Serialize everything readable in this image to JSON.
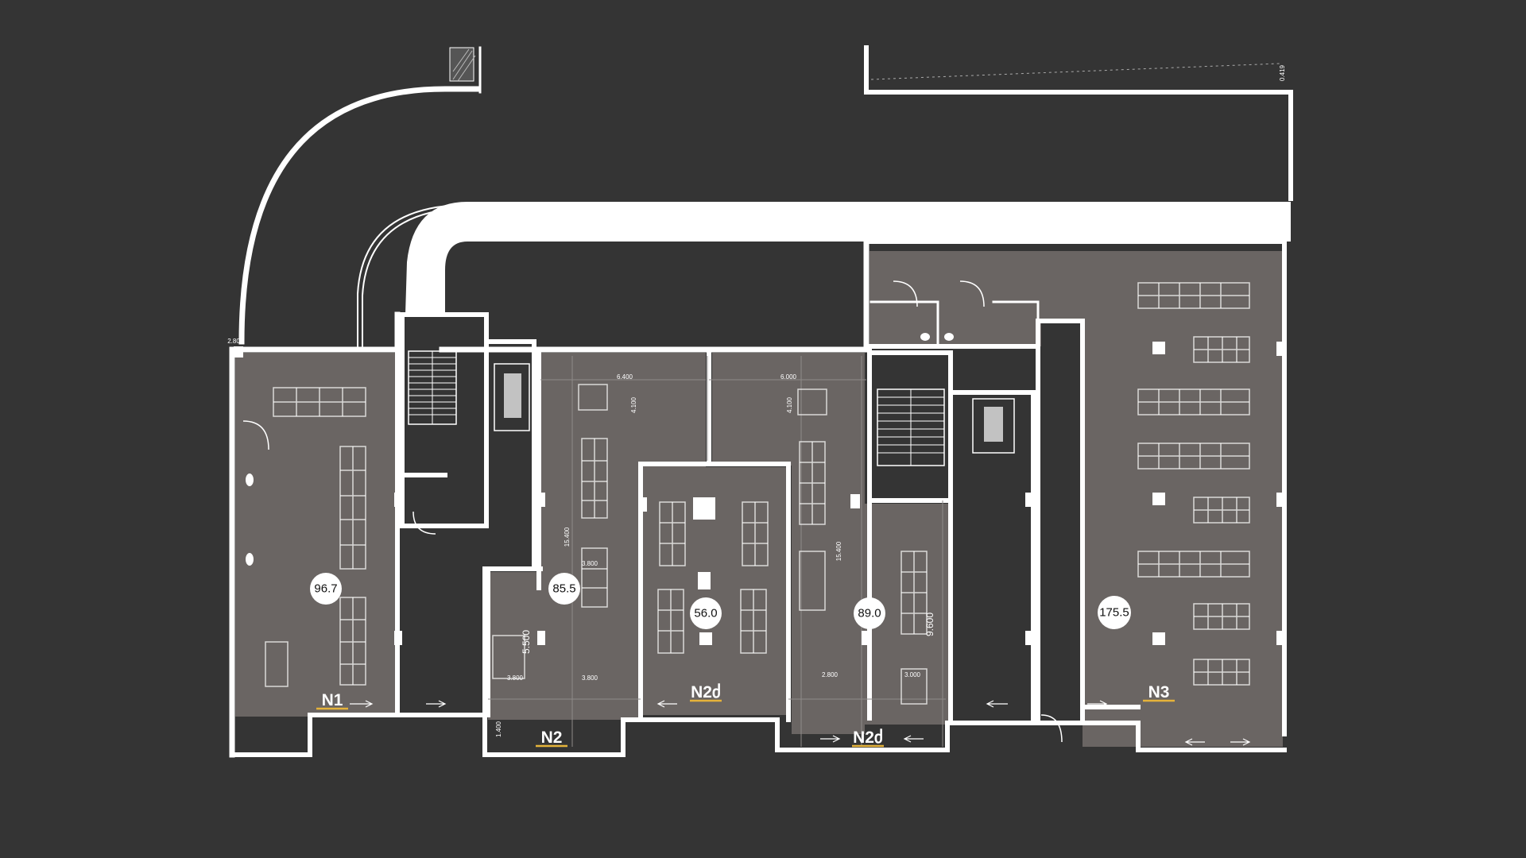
{
  "colors": {
    "background": "#343434",
    "room_fill": "#6a6563",
    "wall": "#ffffff",
    "unit_underline": "#e5b33a"
  },
  "areas": {
    "n1": "96.7",
    "n2_left": "85.5",
    "n2d_center": "56.0",
    "n2d_right": "89.0",
    "n3": "175.5"
  },
  "units": {
    "n1": "N1",
    "n2": "N2",
    "n2d_center": "N2ძ",
    "n2d_right": "N2ძ",
    "n3": "N3"
  },
  "dimensions": {
    "corner_left": "2.80",
    "corner_right": "0.419",
    "span_a": "6.400",
    "span_b": "6.000",
    "depth_a": "4.100",
    "depth_b": "4.100",
    "length_a": "15.400",
    "length_b": "15.400",
    "width_c": "3.800",
    "bay_a": "5.500",
    "bay_b1": "3.800",
    "bay_b2": "3.800",
    "bay_c": "1.400",
    "bay_d": "9.600",
    "bay_e1": "2.800",
    "bay_e2": "3.000"
  },
  "icons": [
    "stair-icon",
    "elevator-icon",
    "door-icon",
    "toilet-icon",
    "desk-icon",
    "chair-icon"
  ]
}
